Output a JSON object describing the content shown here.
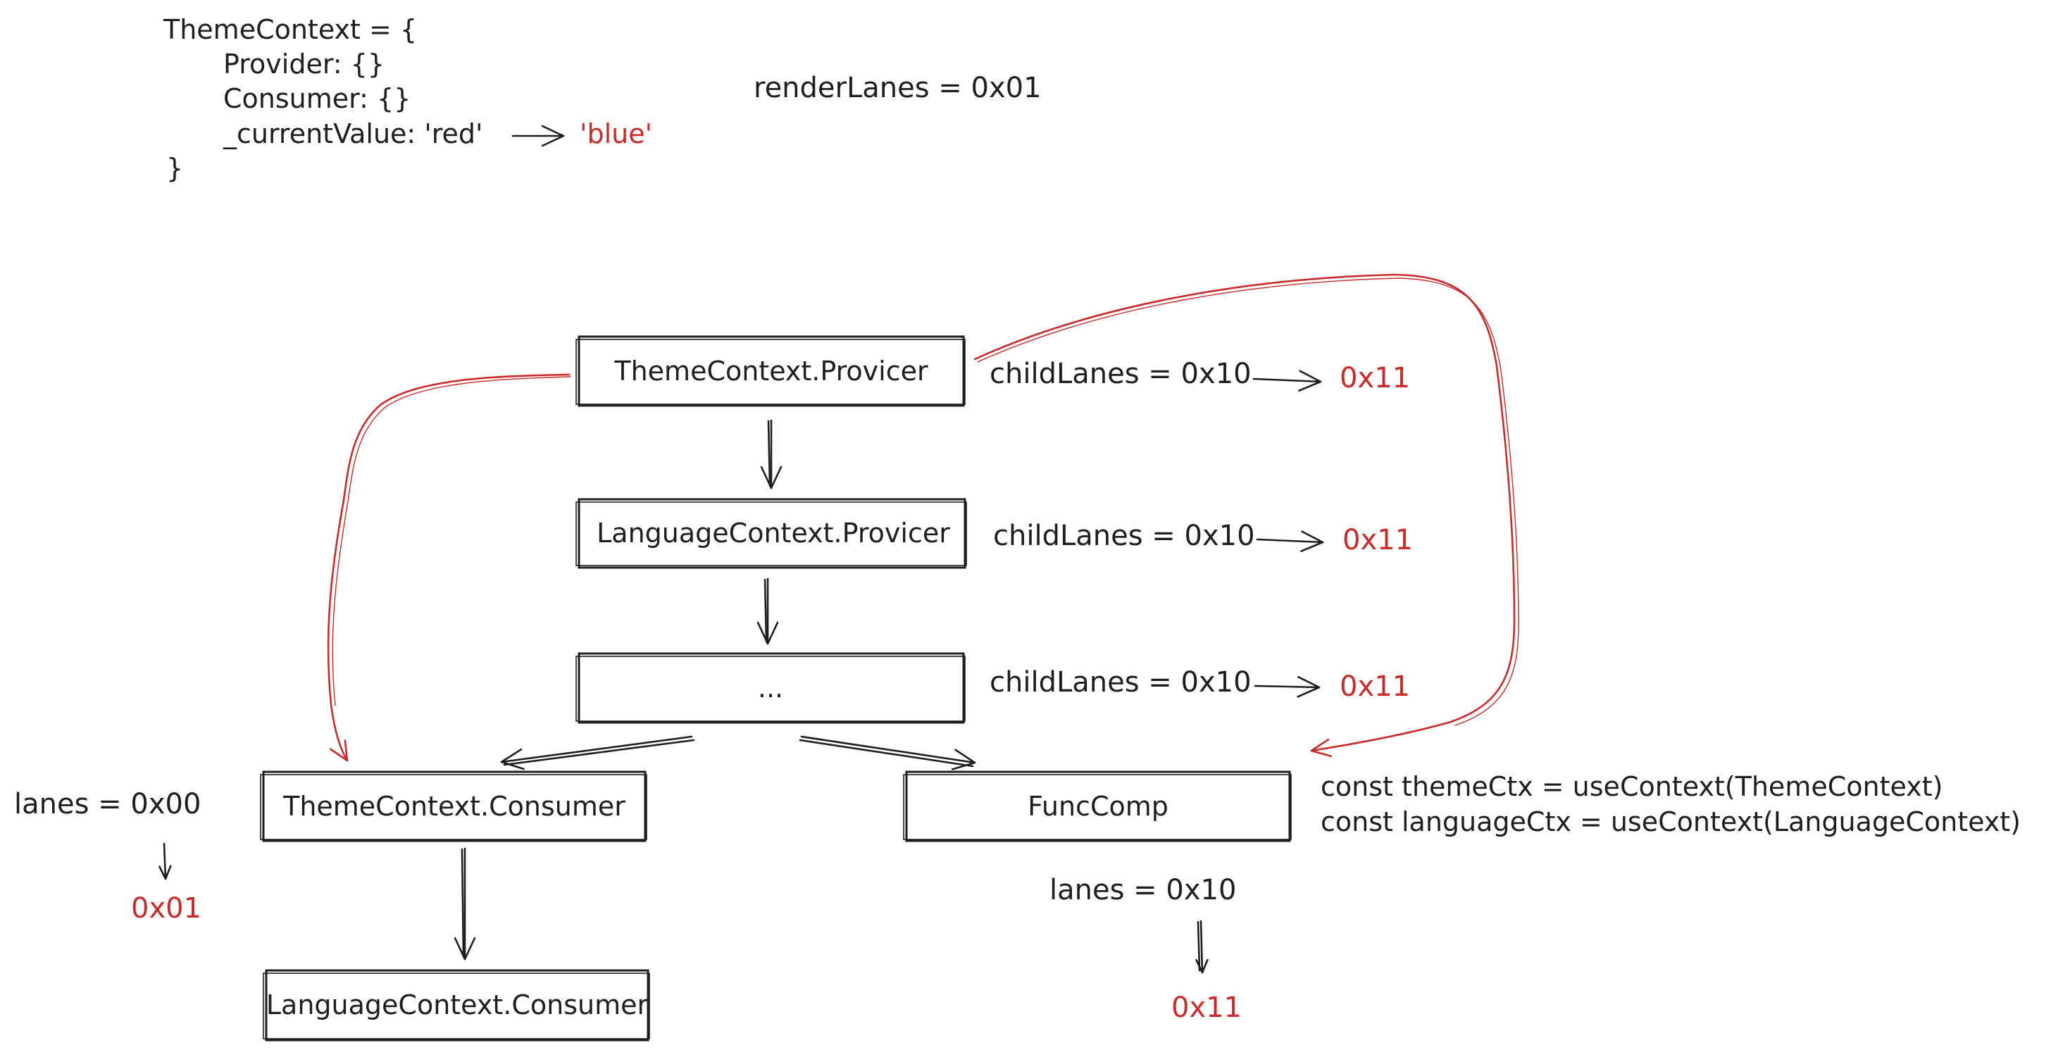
{
  "code_block": {
    "line1": "ThemeContext = {",
    "line2": "Provider: {}",
    "line3": "Consumer: {}",
    "line4_key": "_currentValue: 'red'",
    "line4_new": "'blue'",
    "line5": "}"
  },
  "render_lanes": "renderLanes = 0x01",
  "nodes": {
    "theme_provider": "ThemeContext.Provicer",
    "language_provider": "LanguageContext.Provicer",
    "ellipsis": "...",
    "theme_consumer": "ThemeContext.Consumer",
    "func_comp": "FuncComp",
    "language_consumer": "LanguageContext.Consumer"
  },
  "child_lanes": [
    {
      "label": "childLanes = 0x10",
      "new_value": "0x11"
    },
    {
      "label": "childLanes = 0x10",
      "new_value": "0x11"
    },
    {
      "label": "childLanes = 0x10",
      "new_value": "0x11"
    }
  ],
  "theme_consumer_lanes": {
    "label": "lanes = 0x00",
    "new_value": "0x01"
  },
  "func_comp_lanes": {
    "label": "lanes = 0x10",
    "new_value": "0x11"
  },
  "func_comp_code": {
    "line1": "const themeCtx = useContext(ThemeContext)",
    "line2": "const languageCtx = useContext(LanguageContext)"
  },
  "colors": {
    "ink": "#1e1e1e",
    "accent_red": "#c92a2a",
    "background": "#ffffff"
  }
}
